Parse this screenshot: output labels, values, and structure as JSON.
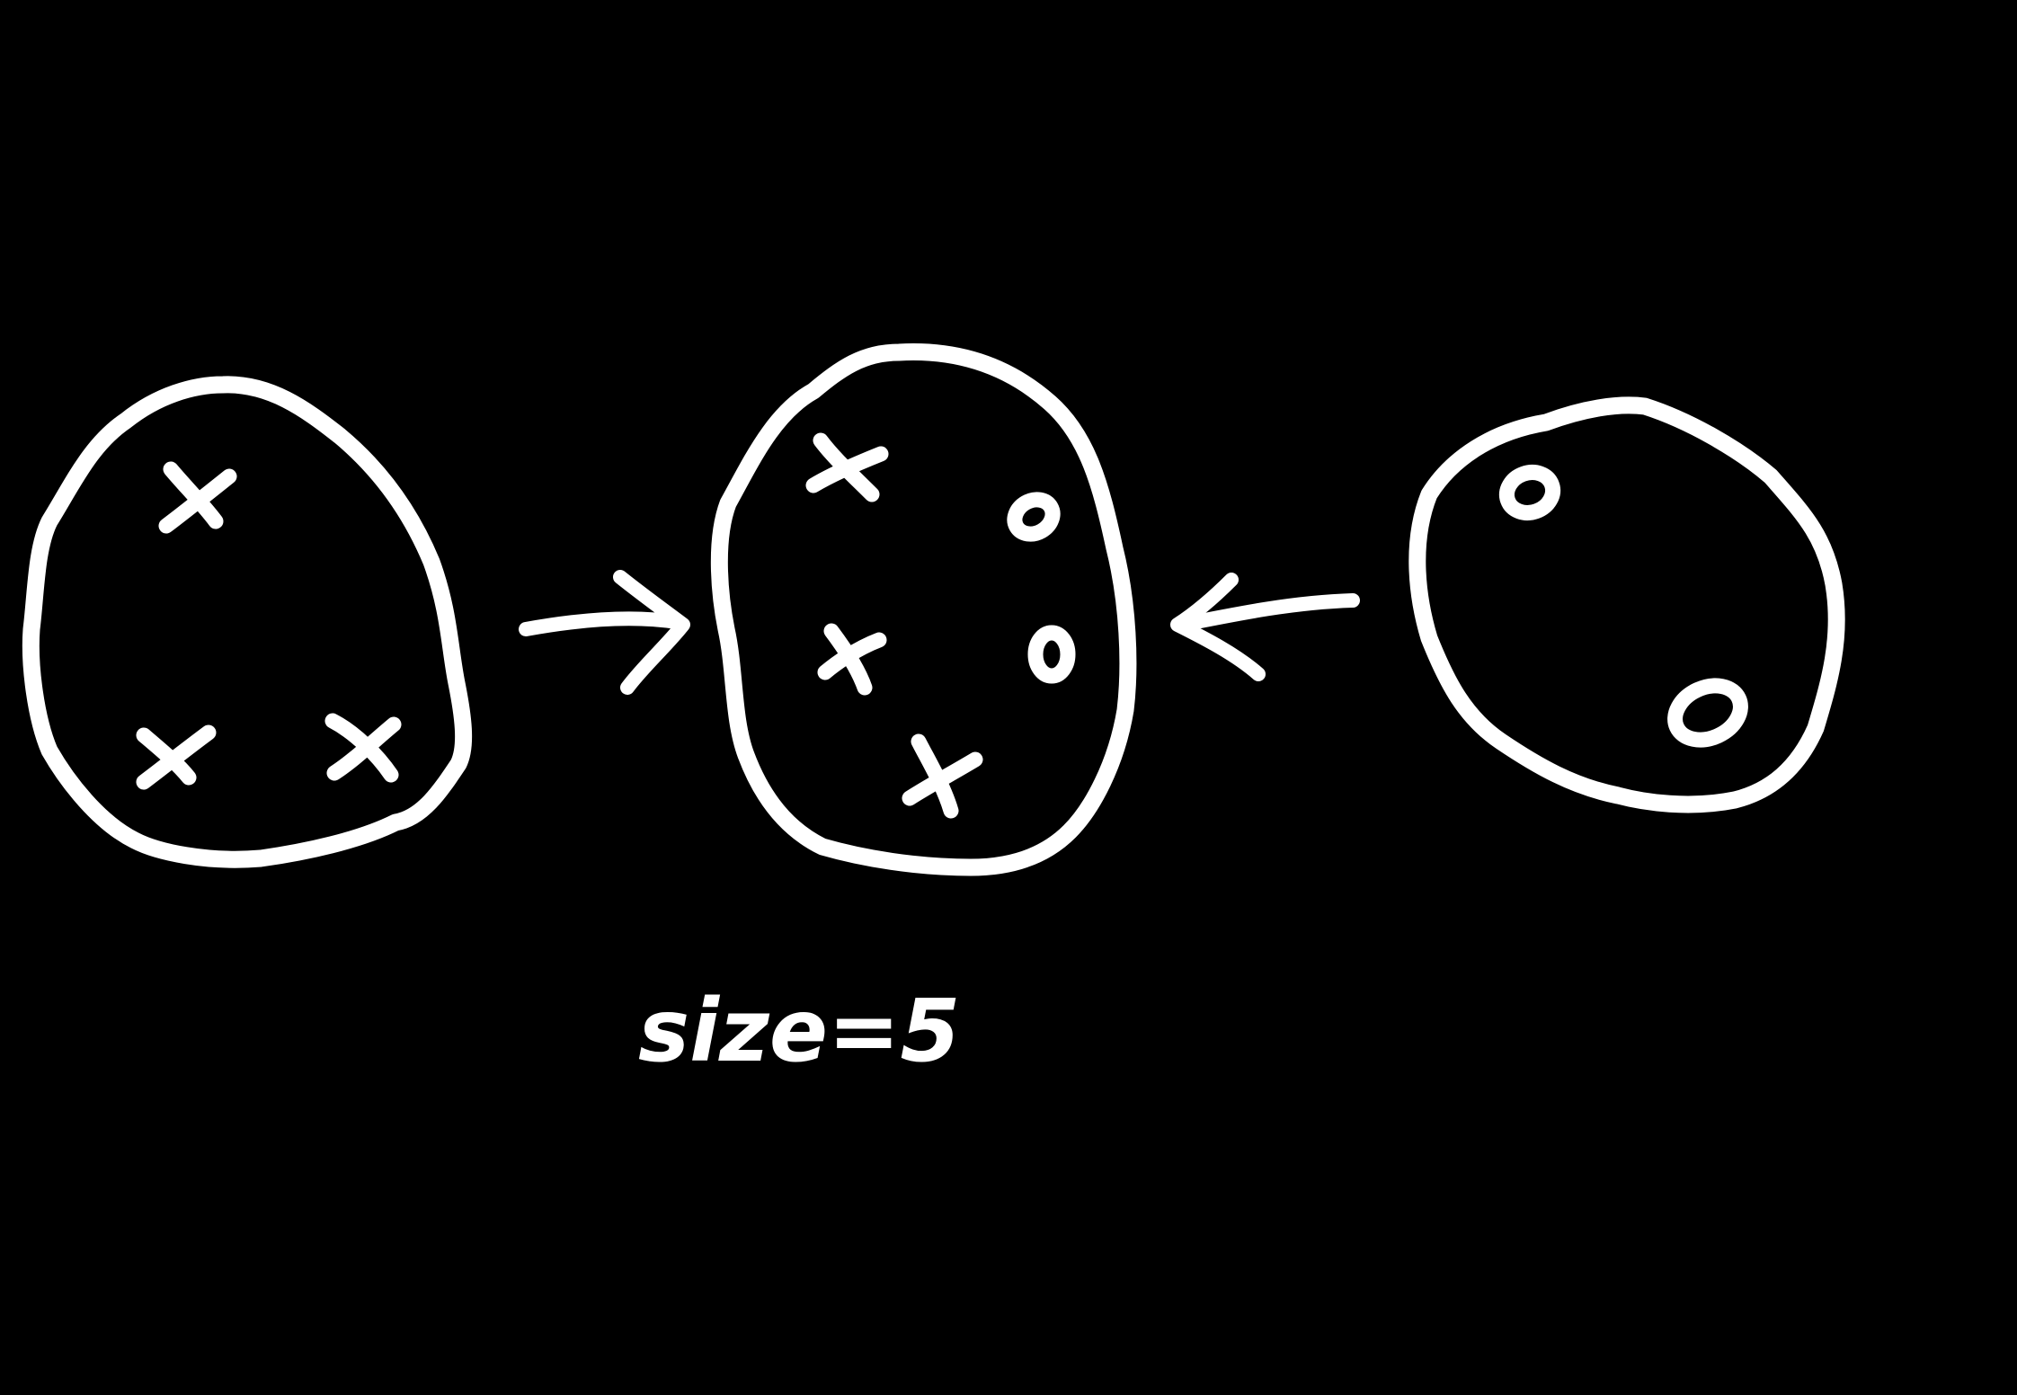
{
  "diagram": {
    "caption": "size=5",
    "colors": {
      "background": "#000000",
      "ink": "#ffffff"
    },
    "sets": [
      {
        "id": "left-set",
        "contents": [
          "x",
          "x",
          "x"
        ]
      },
      {
        "id": "merged-set",
        "contents": [
          "x",
          "o",
          "x",
          "o",
          "x"
        ]
      },
      {
        "id": "right-set",
        "contents": [
          "o",
          "o"
        ]
      }
    ],
    "arrows": [
      {
        "from": "left-set",
        "to": "merged-set"
      },
      {
        "from": "right-set",
        "to": "merged-set"
      }
    ]
  }
}
